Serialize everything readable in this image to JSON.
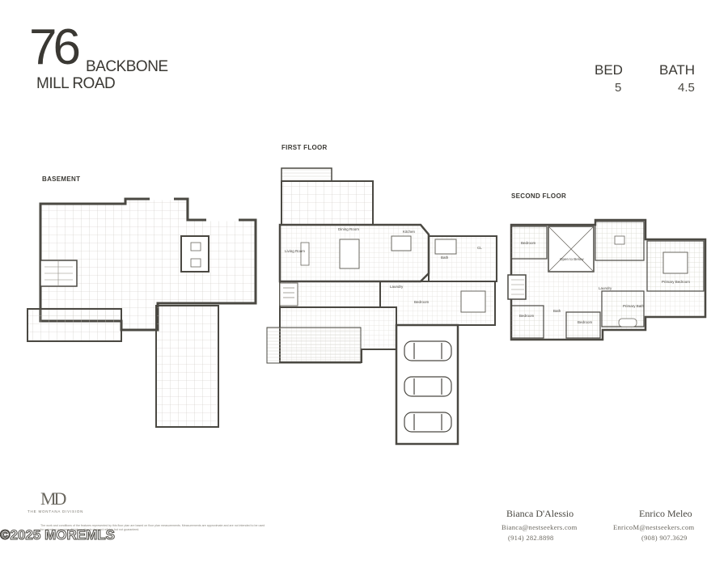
{
  "header": {
    "number": "76",
    "street_line1": "BACKBONE",
    "street_line2": "MILL ROAD",
    "bed_label": "BED",
    "bed_value": "5",
    "bath_label": "BATH",
    "bath_value": "4.5"
  },
  "floors": {
    "basement": "BASEMENT",
    "first": "FIRST FLOOR",
    "second": "SECOND FLOOR"
  },
  "rooms": {
    "living_room_1": "Living Room",
    "dining_room": "Dining Room",
    "kitchen": "Kitchen",
    "bath_1": "Bath",
    "cl": "CL",
    "laundry_1": "Laundry",
    "bedroom_1": "Bedroom",
    "bedroom_2": "Bedroom",
    "open_to_below": "Open to Below",
    "laundry_2": "Laundry",
    "primary_bedroom": "Primary Bedroom",
    "primary_bath": "Primary Bath",
    "bath_2": "Bath",
    "bedroom_3": "Bedroom",
    "bedroom_4": "Bedroom"
  },
  "footer": {
    "logo_mark": "MD",
    "logo_text": "THE MONTANA DIVISION",
    "disclaimer": "The work and conditions of the features represented by this floor plan are based on floor plan measurements. Measurements are approximate and are not intended to be used for valuation purposes. All information is deemed reliable but not guaranteed.",
    "watermark": "©2025 MOREMLS",
    "agents": [
      {
        "name": "Bianca D'Alessio",
        "email": "Bianca@nestseekers.com",
        "phone": "(914) 282.8898"
      },
      {
        "name": "Enrico Meleo",
        "email": "EnricoM@nestseekers.com",
        "phone": "(908) 907.3629"
      }
    ]
  },
  "colors": {
    "wall": "#4a4842",
    "grid": "#bdbab2",
    "text": "#3a3833"
  }
}
